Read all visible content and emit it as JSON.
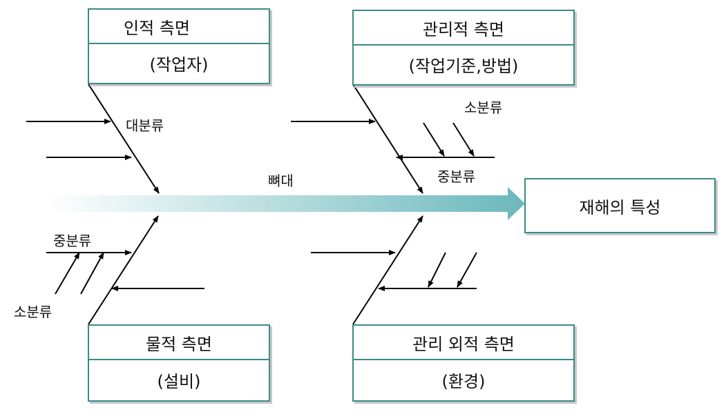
{
  "categories": {
    "human": {
      "title": "인적  측면",
      "subtitle": "(작업자)"
    },
    "management": {
      "title": "관리적  측면",
      "subtitle": "(작업기준,방법)"
    },
    "material": {
      "title": "물적  측면",
      "subtitle": "(설비)"
    },
    "external": {
      "title": "관리 외적  측면",
      "subtitle": "(환경)"
    }
  },
  "effect": "재해의  특성",
  "labels": {
    "spine": "뼈대",
    "major": "대분류",
    "minor_top": "소분류",
    "middle_top": "중분류",
    "middle_left": "중분류",
    "minor_left": "소분류"
  },
  "colors": {
    "box_border": "#3a8a86",
    "spine_dark": "#6ab8bb",
    "spine_light": "#ffffff"
  }
}
